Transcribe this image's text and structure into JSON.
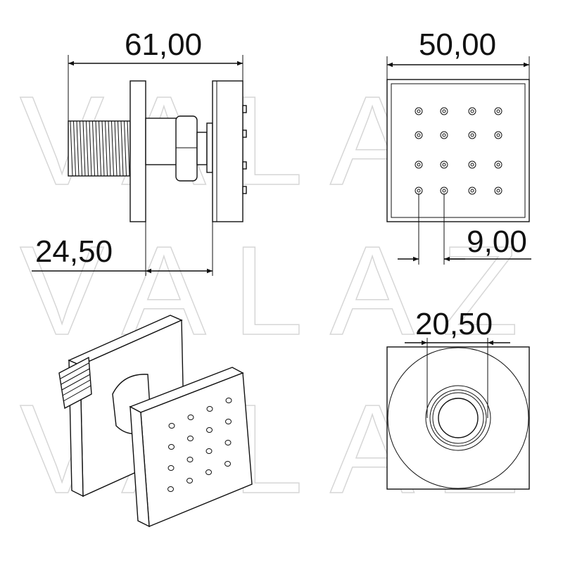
{
  "watermark": "VALAZ",
  "dimensions": {
    "overall_length": "61,00",
    "head_width": "50,00",
    "projection": "24,50",
    "nozzle_spacing": "9,00",
    "outlet_diameter": "20,50"
  },
  "nozzle_grid": {
    "rows": 4,
    "cols": 4
  }
}
